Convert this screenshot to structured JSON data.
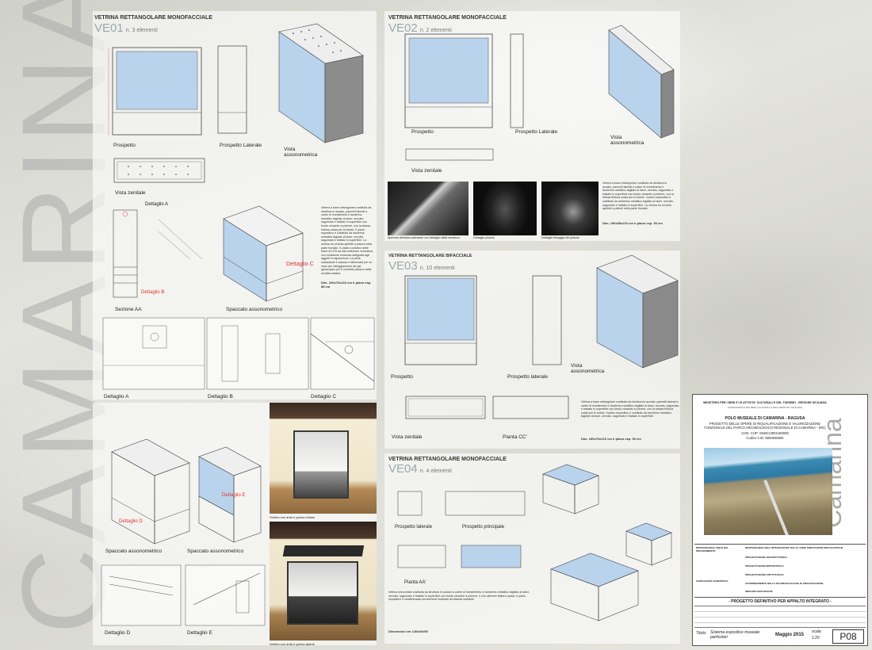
{
  "sheet": {
    "vertical_word": "CAMARINA"
  },
  "ve01": {
    "title": "VETRINA RETTANGOLARE MONOFACCIALE",
    "code": "VE01",
    "count": "n. 3 elementi",
    "views": {
      "prospetto": "Prospetto",
      "prospetto_laterale": "Prospetto Laterale",
      "vista_assonometrica": "Vista assonometrica",
      "vista_zenitale": "Vista zenitale",
      "dettaglio_a": "Dettaglio A",
      "sezione_aa": "Sezione AA",
      "spaccato": "Spaccato assonometrico",
      "detail_a_caption": "Dettaglio A",
      "detail_b_caption": "Dettaglio B",
      "detail_c_caption": "Dettaglio C",
      "red_dettaglio_c": "Dettaglio C",
      "red_dettaglio_b": "Dettaglio B"
    },
    "description": "Vetrina a base rettangolare costituita da struttura in acciaio, pannelli laterali a carter di rivestimento il lamierino metallico tagliato al laser, nervato, sagomato e trattato in superficie con fondo zincante a polvere, con la stessa finitura usata per le botole. Il piano espositivo è costituito da lamierino metallico tagliato al laser, nervato, sagomato e trattato in superficie. La vetrina ha un'anta apribile a pistoni nella parte frontale. Il clastro contiene delle barre di LED ad alta selezione cromatica, con emissione luminosa adeguata agli oggetti in esposizione. La parte sottostante il vassoio è attrezzata per un vano per l'alloggiamento del gel igroscopico per il controllo passivo della umidità relativa.",
    "dims": "Dim. 200x70x210 cm h piano esp. 88 cm"
  },
  "ve02": {
    "title": "VETRINA RETTANGOLARE MONOFACCIALE",
    "code": "VE02",
    "count": "n. 2 elementi",
    "views": {
      "prospetto": "Prospetto",
      "prospetto_laterale": "Prospetto Laterale",
      "vista_assonometrica": "Vista assonometrica",
      "vista_zenitale": "Vista zenitale"
    },
    "photo_captions": [
      "Apertura dell'anta sollevante con dettaglio della serratura",
      "Dettaglio pistone",
      "Dettaglio fissaggio del pistone"
    ],
    "description": "Vetrina a base rettangolare costituita da struttura in acciaio, pannelli laterali a carter di rivestimento il lamierino metallico tagliato al laser, nervato, sagomato e trattato in superficie con fondo zincante a polvere, con la stessa finitura usata per le botole. Il piano espositivo è costituito da lamierino metallico tagliato al laser, nervato, sagomato e trattato in superficie. La vetrina ha un'anta apribile a pistoni nella parte frontale.",
    "dims": "Dim. 190x35x210 cm h piano esp. 90 cm"
  },
  "ve03": {
    "title": "VETRINA RETTANGOLARE BIFACCIALE",
    "code": "VE03",
    "count": "n. 10 elementi",
    "views": {
      "prospetto": "Prospetto",
      "prospetto_laterale": "Prospetto laterale",
      "vista_assonometrica": "Vista assonometrica",
      "vista_zenitale": "Vista zenitale",
      "pianta_cc": "Pianta CC'"
    },
    "description": "Vetrina a base rettangolare costituita da struttura in acciaio, pannelli laterali a carter di rivestimento il lamierino metallico tagliato al laser, nervato, sagomato e trattato in superficie con fondo zincante a polvere, con la stessa finitura usata per le botole. Il piano espositivo è costituito da lamierino metallico tagliato al laser, nervato, sagomato e trattato in superficie.",
    "dims": "Dim. 180x70x210 cm h piano esp. 90 cm"
  },
  "ve04": {
    "title": "VETRINA RETTANGOLARE MONOFACCIALE",
    "code": "VE04",
    "count": "n. 4 elementi",
    "views": {
      "prospetto_laterale": "Prospetto laterale",
      "prospetto_principale": "Prospetto principale",
      "pianta": "Pianta AA'"
    },
    "description": "Vetrina orizzontale costituita da struttura in acciaio a carter di rivestimento in lamierino metallico tagliato al laser, nervato, sagomato e trattato in superficie con fondo zincante a polvere, e con ulteriore finitura opaca. Il piano espositivo è caratterizzato da elementi modulari ad altezza variabile.",
    "dims": "Dimensioni cm 140x60x95"
  },
  "bottom_left": {
    "spaccato_1": "Spaccato assonometrico",
    "spaccato_2": "Spaccato assonometrico",
    "dettaglio_d": "Dettaglio D",
    "dettaglio_e": "Dettaglio E",
    "red_d": "Dettaglio D",
    "red_e": "Dettaglio E",
    "photo_caption_1": "Vetrina con anta e gonna chiuse",
    "photo_caption_2": "Vetrina con anta e gonna aperte"
  },
  "titleblock": {
    "ministry": "MINISTERO PER I BENI E LE ATTIVITA' CULTURALI E DEL TURISMO - REGIONE SICILIANA",
    "assessorato": "ASSESSORATO DEI BENI CULTURALI E DELL'IDENTITA' SICILIANA",
    "polo": "POLO MUSEALE DI CAMARINA - RAGUSA",
    "project": "PROGETTO DELLE OPERE DI RIQUALIFICAZIONE E VALORIZZAZIONE FUNZIONALE DEL PARCO ARCHEOLOGICO REGIONALE DI CAMARINA - (RG)",
    "cod_cup": "COD. CUP: G56G13002150005",
    "codice_cig": "Codice CIG: 5693936594",
    "brand": "Camarina",
    "stage": "- PROGETTO DEFINITIVO PER APPALTO INTEGRATO -",
    "title_label": "Titolo:",
    "title_value": "Sistema espositivo museale: particolari",
    "date": "Maggio 2015",
    "scale_label": "scala",
    "scale_value": "1:20",
    "sheet_no": "P08",
    "roles": [
      "RESPONSABILE UNICO DEL PROCEDIMENTO",
      "RESPONSABILE DELL'INTEGRAZIONE TRA LE VARIE PRESTAZIONI SPECIALISTICHE",
      "PROGETTAZIONE ARCHITETTONICA",
      "PROGETTAZIONE IMPIANTISTICA",
      "PROGETTAZIONE STRUTTURALE",
      "COORDINAMENTO DELLA SICUREZZA IN FASE DI PROGETTAZIONE",
      "CONSULENTE SCIENTIFICO",
      "INDAGINI GEOLOGICHE"
    ]
  },
  "colors": {
    "glass": "#b9d3ec",
    "red_annotation": "#dd3333",
    "panel_bg": "#f7f7f4"
  }
}
